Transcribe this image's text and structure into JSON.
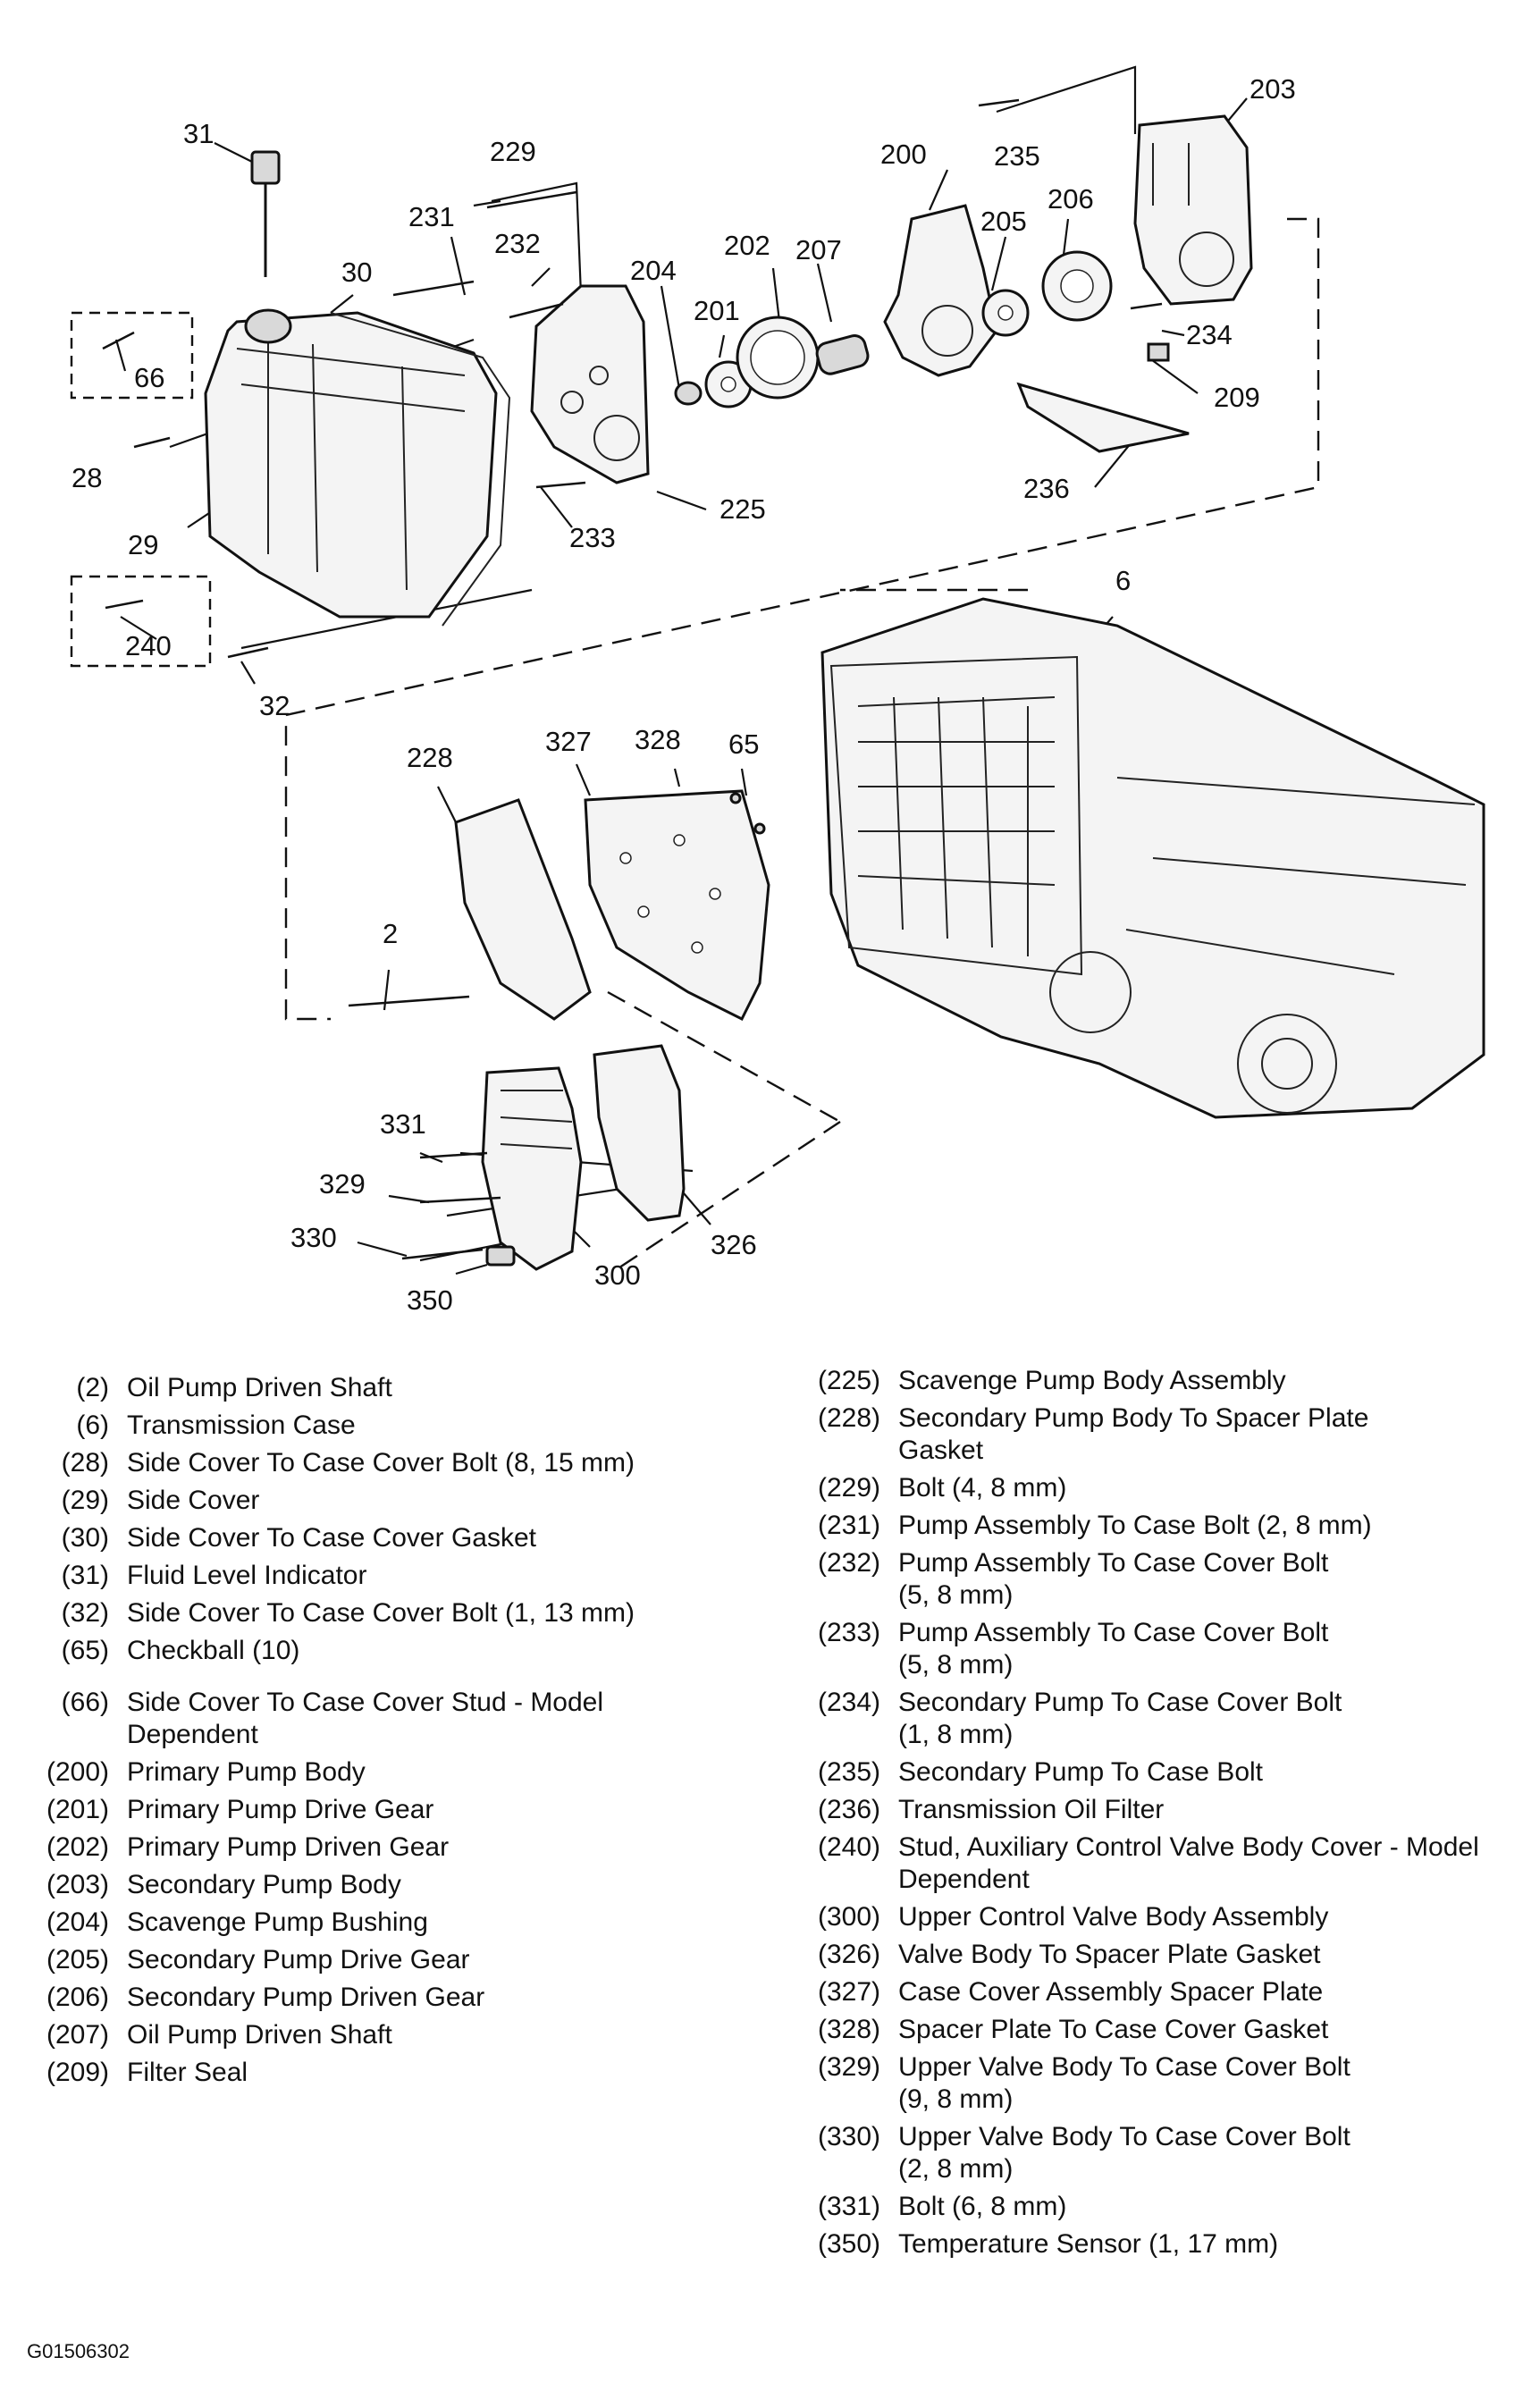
{
  "callouts": [
    "31",
    "229",
    "231",
    "232",
    "30",
    "204",
    "202",
    "207",
    "200",
    "205",
    "206",
    "203",
    "235",
    "201",
    "66",
    "28",
    "29",
    "225",
    "233",
    "236",
    "209",
    "234",
    "240",
    "32",
    "6",
    "228",
    "327",
    "328",
    "65",
    "2",
    "331",
    "329",
    "330",
    "350",
    "300",
    "326"
  ],
  "legend_left": [
    {
      "num": "(2)",
      "desc": "Oil Pump Driven Shaft"
    },
    {
      "num": "(6)",
      "desc": "Transmission Case"
    },
    {
      "num": "(28)",
      "desc": "Side Cover To Case Cover Bolt (8, 15 mm)"
    },
    {
      "num": "(29)",
      "desc": "Side Cover"
    },
    {
      "num": "(30)",
      "desc": "Side Cover To Case Cover Gasket"
    },
    {
      "num": "(31)",
      "desc": "Fluid Level Indicator"
    },
    {
      "num": "(32)",
      "desc": "Side Cover To Case Cover Bolt (1, 13 mm)"
    },
    {
      "num": "(65)",
      "desc": "Checkball (10)"
    },
    {
      "num": "(66)",
      "desc": "Side Cover To Case Cover Stud - Model Dependent"
    },
    {
      "num": "(200)",
      "desc": "Primary Pump Body"
    },
    {
      "num": "(201)",
      "desc": "Primary Pump Drive Gear"
    },
    {
      "num": "(202)",
      "desc": "Primary Pump Driven Gear"
    },
    {
      "num": "(203)",
      "desc": "Secondary Pump Body"
    },
    {
      "num": "(204)",
      "desc": "Scavenge Pump Bushing"
    },
    {
      "num": "(205)",
      "desc": "Secondary Pump Drive Gear"
    },
    {
      "num": "(206)",
      "desc": "Secondary Pump Driven Gear"
    },
    {
      "num": "(207)",
      "desc": "Oil Pump Driven Shaft"
    },
    {
      "num": "(209)",
      "desc": "Filter Seal"
    }
  ],
  "legend_right": [
    {
      "num": "(225)",
      "desc": "Scavenge Pump Body Assembly"
    },
    {
      "num": "(228)",
      "desc": "Secondary Pump Body To Spacer Plate Gasket"
    },
    {
      "num": "(229)",
      "desc": "Bolt (4, 8 mm)"
    },
    {
      "num": "(231)",
      "desc": "Pump Assembly To Case Bolt (2, 8 mm)"
    },
    {
      "num": "(232)",
      "desc": "Pump Assembly To Case Cover Bolt (5, 8 mm)"
    },
    {
      "num": "(233)",
      "desc": "Pump Assembly To Case Cover Bolt (5, 8 mm)"
    },
    {
      "num": "(234)",
      "desc": "Secondary Pump To Case Cover Bolt (1, 8 mm)"
    },
    {
      "num": "(235)",
      "desc": "Secondary Pump To Case Bolt"
    },
    {
      "num": "(236)",
      "desc": "Transmission Oil Filter"
    },
    {
      "num": "(240)",
      "desc": "Stud, Auxiliary Control Valve Body Cover - Model Dependent"
    },
    {
      "num": "(300)",
      "desc": "Upper Control Valve Body Assembly"
    },
    {
      "num": "(326)",
      "desc": "Valve Body To Spacer Plate Gasket"
    },
    {
      "num": "(327)",
      "desc": "Case Cover Assembly Spacer Plate"
    },
    {
      "num": "(328)",
      "desc": "Spacer Plate To Case Cover Gasket"
    },
    {
      "num": "(329)",
      "desc": "Upper Valve Body To Case Cover Bolt (9, 8 mm)"
    },
    {
      "num": "(330)",
      "desc": "Upper Valve Body To Case Cover Bolt (2, 8 mm)"
    },
    {
      "num": "(331)",
      "desc": "Bolt (6, 8 mm)"
    },
    {
      "num": "(350)",
      "desc": "Temperature Sensor (1, 17 mm)"
    }
  ],
  "figure_id": "G01506302"
}
